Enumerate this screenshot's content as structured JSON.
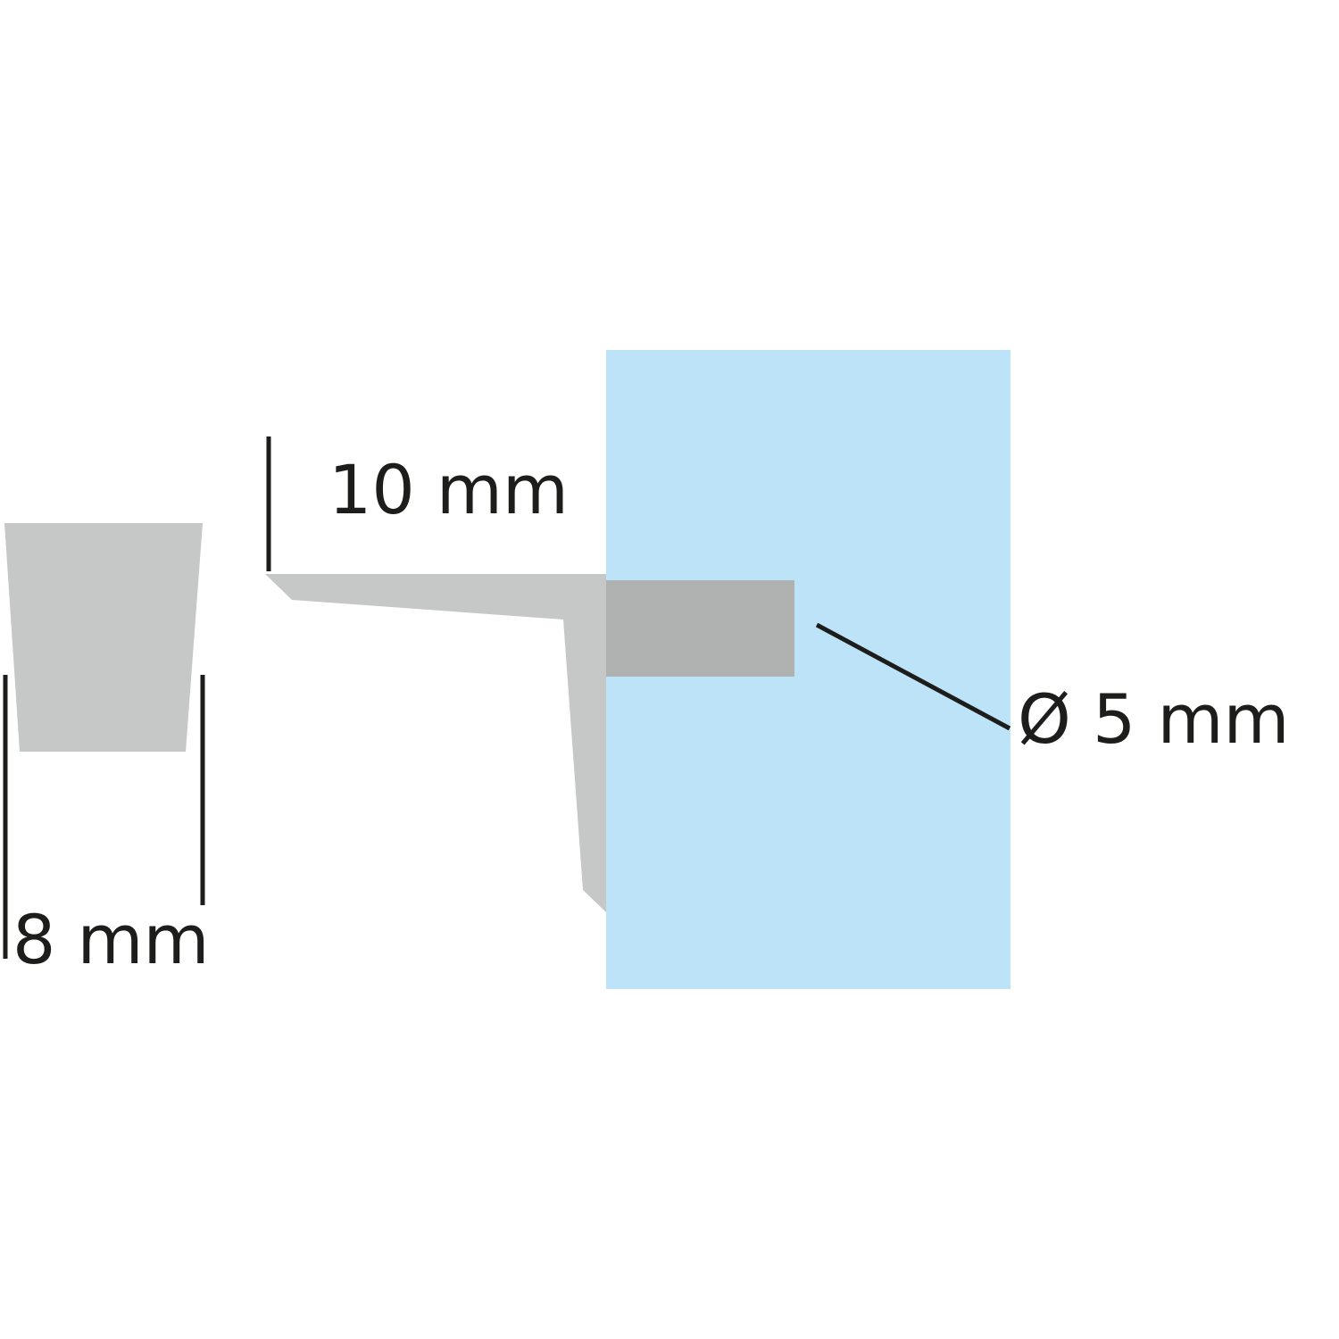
{
  "labels": {
    "width_label": "8 mm",
    "depth_label": "10 mm",
    "diameter_label": "Ø 5 mm"
  },
  "colors": {
    "background": "#ffffff",
    "glass_panel": "#bce3f7",
    "bracket_body": "#c6c7c7",
    "pin": "#b0b1b1",
    "dimension_lines": "#1d1d1b"
  }
}
